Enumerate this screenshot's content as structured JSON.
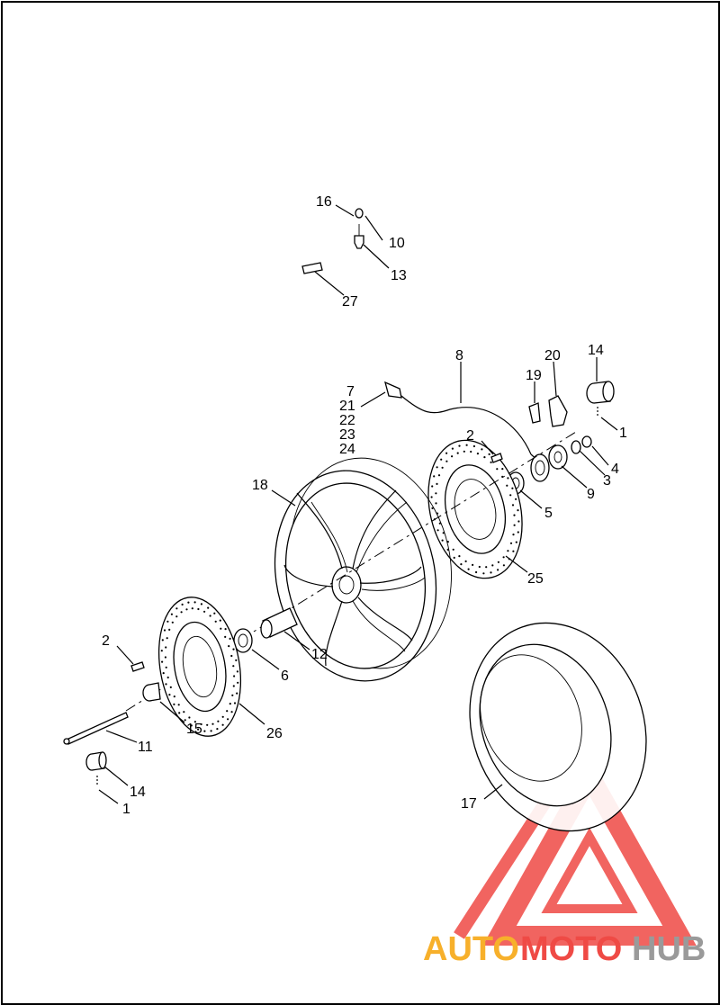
{
  "diagram": {
    "callouts": [
      {
        "id": "c16",
        "text": "16"
      },
      {
        "id": "c10",
        "text": "10"
      },
      {
        "id": "c13",
        "text": "13"
      },
      {
        "id": "c27",
        "text": "27"
      },
      {
        "id": "c8",
        "text": "8"
      },
      {
        "id": "c20",
        "text": "20"
      },
      {
        "id": "c14a",
        "text": "14"
      },
      {
        "id": "c19",
        "text": "19"
      },
      {
        "id": "c7",
        "text": "7"
      },
      {
        "id": "c21",
        "text": "21"
      },
      {
        "id": "c22",
        "text": "22"
      },
      {
        "id": "c23",
        "text": "23"
      },
      {
        "id": "c24",
        "text": "24"
      },
      {
        "id": "c1a",
        "text": "1"
      },
      {
        "id": "c2a",
        "text": "2"
      },
      {
        "id": "c4",
        "text": "4"
      },
      {
        "id": "c3",
        "text": "3"
      },
      {
        "id": "c9",
        "text": "9"
      },
      {
        "id": "c18",
        "text": "18"
      },
      {
        "id": "c5",
        "text": "5"
      },
      {
        "id": "c25",
        "text": "25"
      },
      {
        "id": "c2b",
        "text": "2"
      },
      {
        "id": "c12",
        "text": "12"
      },
      {
        "id": "c6",
        "text": "6"
      },
      {
        "id": "c15",
        "text": "15"
      },
      {
        "id": "c26",
        "text": "26"
      },
      {
        "id": "c11",
        "text": "11"
      },
      {
        "id": "c14b",
        "text": "14"
      },
      {
        "id": "c1b",
        "text": "1"
      },
      {
        "id": "c17",
        "text": "17"
      }
    ]
  },
  "watermark": {
    "part1": "AUTO",
    "part2": "MOTO",
    "part3": "HUB",
    "colors": {
      "red": "#ef4a45",
      "orange": "#f7b02b",
      "gray": "#9a9a9a"
    }
  }
}
